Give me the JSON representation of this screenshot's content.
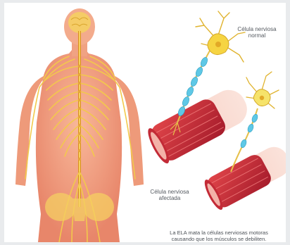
{
  "labels": {
    "normal_line1": "Célula nerviosa",
    "normal_line2": "normal",
    "affected_line1": "Célula nerviosa",
    "affected_line2": "afectada",
    "caption_line1": "La ELA mata la células nerviosas motoras",
    "caption_line2": "causando que los músculos se debiliten."
  },
  "colors": {
    "skin": "#f4a584",
    "skin_dark": "#e07a5a",
    "nerve": "#f2c94c",
    "neuron": "#f6d442",
    "axon_sheath": "#5ec8e6",
    "muscle": "#d8343a",
    "muscle_dark": "#a4182a"
  },
  "icons": {
    "body": "human-back-nervous-system",
    "normal_neuron": "neuron-cell",
    "affected_neuron": "neuron-cell",
    "muscle": "muscle-fiber"
  }
}
